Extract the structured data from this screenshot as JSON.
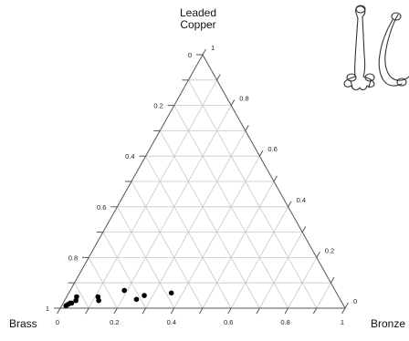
{
  "labels": {
    "top_line1": "Leaded",
    "top_line2": "Copper",
    "left": "Brass",
    "right": "Bronze"
  },
  "chart_data": {
    "type": "scatter",
    "subtype": "ternary",
    "components": [
      "Brass",
      "Bronze",
      "Leaded Copper"
    ],
    "ticks": {
      "bottom": [
        "0",
        "0.2",
        "0.4",
        "0.6",
        "0.8",
        "1"
      ],
      "left": [
        "1",
        "0.8",
        "0.6",
        "0.4",
        "0.2",
        "0"
      ],
      "right": [
        "0",
        "0.2",
        "0.4",
        "0.6",
        "0.8",
        "1"
      ]
    },
    "grid": true,
    "grid_step": 0.1,
    "points": [
      {
        "bronze": 0.015,
        "leaded_copper": 0.01
      },
      {
        "bronze": 0.02,
        "leaded_copper": 0.015
      },
      {
        "bronze": 0.025,
        "leaded_copper": 0.02
      },
      {
        "bronze": 0.03,
        "leaded_copper": 0.02
      },
      {
        "bronze": 0.04,
        "leaded_copper": 0.03
      },
      {
        "bronze": 0.035,
        "leaded_copper": 0.045
      },
      {
        "bronze": 0.11,
        "leaded_copper": 0.045
      },
      {
        "bronze": 0.12,
        "leaded_copper": 0.03
      },
      {
        "bronze": 0.19,
        "leaded_copper": 0.07
      },
      {
        "bronze": 0.25,
        "leaded_copper": 0.035
      },
      {
        "bronze": 0.27,
        "leaded_copper": 0.05
      },
      {
        "bronze": 0.36,
        "leaded_copper": 0.06
      }
    ],
    "colors": {
      "points": "#000000",
      "axes": "#555555",
      "grid": "#c8c8c8",
      "illustration": "#333333"
    },
    "illustration_icon": "bronze-tool-outline-icon"
  }
}
